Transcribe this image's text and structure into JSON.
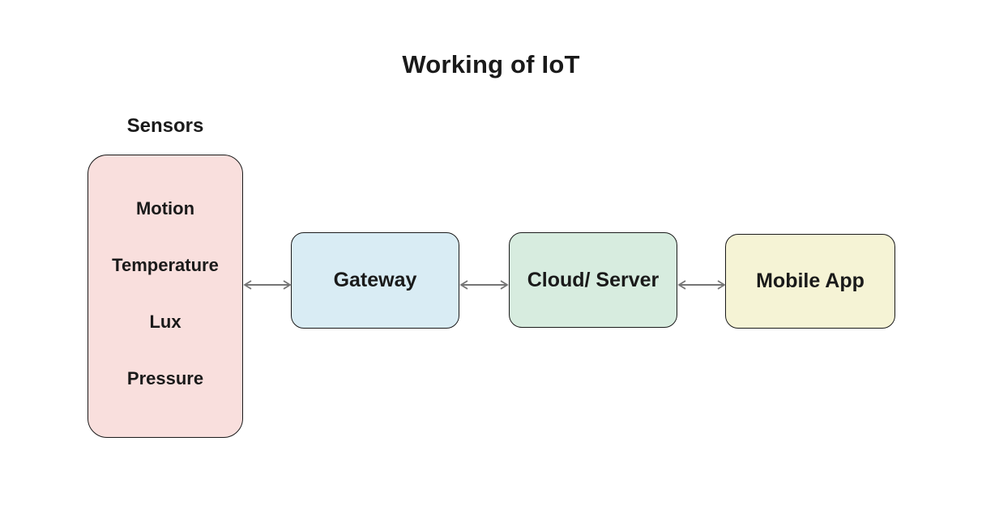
{
  "diagram": {
    "title": "Working of IoT",
    "sensors": {
      "label": "Sensors",
      "items": [
        "Motion",
        "Temperature",
        "Lux",
        "Pressure"
      ],
      "fill": "#f9dfdd"
    },
    "nodes": [
      {
        "id": "gateway",
        "label": "Gateway",
        "fill": "#d9ecf4"
      },
      {
        "id": "cloud-server",
        "label": "Cloud/ Server",
        "fill": "#d7ecdf"
      },
      {
        "id": "mobile-app",
        "label": "Mobile App",
        "fill": "#f5f3d5"
      }
    ],
    "connections": [
      {
        "from": "sensors",
        "to": "gateway",
        "direction": "bidirectional"
      },
      {
        "from": "gateway",
        "to": "cloud-server",
        "direction": "bidirectional"
      },
      {
        "from": "cloud-server",
        "to": "mobile-app",
        "direction": "bidirectional"
      }
    ],
    "colors": {
      "background": "#ffffff",
      "border": "#1a1a1a",
      "text": "#1a1a1a",
      "arrow": "#757575"
    }
  }
}
